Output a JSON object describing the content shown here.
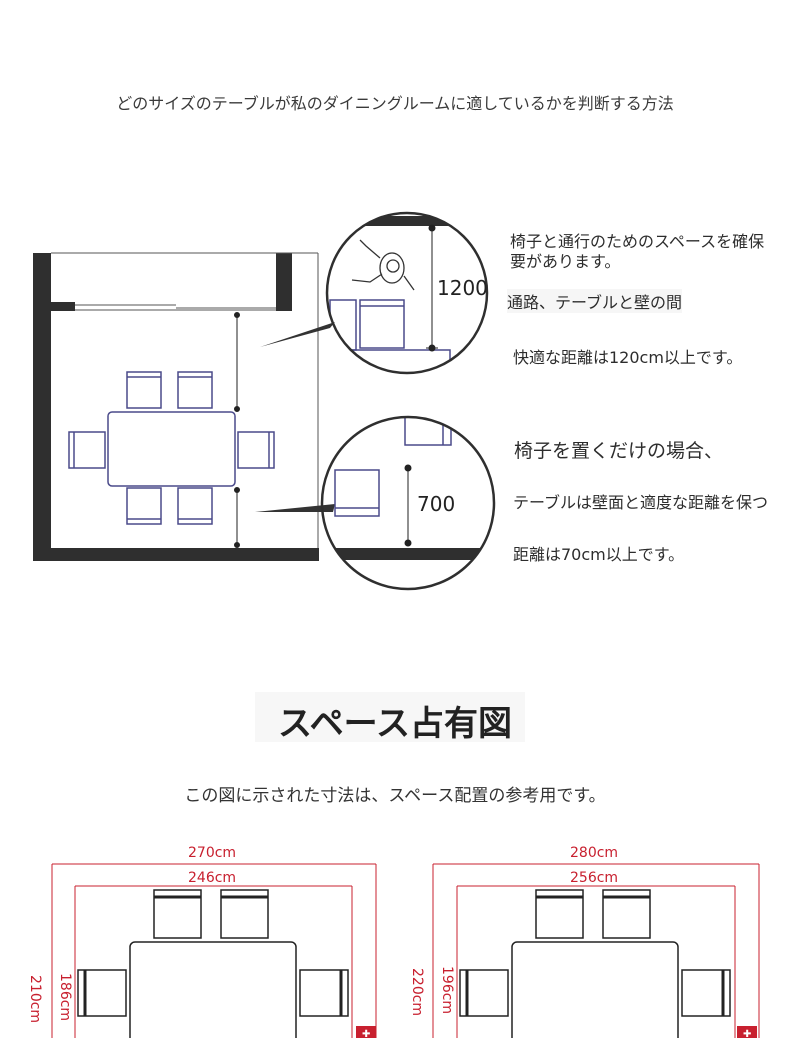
{
  "heading": "どのサイズのテーブルが私のダイニングルームに適しているかを判断する方法",
  "aisle": {
    "distance_label": "1200",
    "lines": [
      "椅子と通行のためのスペースを確保",
      "要があります。",
      "通路、テーブルと壁の間",
      "快適な距離は120cm以上です。"
    ]
  },
  "chair_only": {
    "distance_label": "700",
    "lines": [
      "椅子を置くだけの場合、",
      "テーブルは壁面と適度な距離を保つ",
      "距離は70cm以上です。"
    ]
  },
  "section_title": "スペース占有図",
  "section_subtitle": "この図に示された寸法は、スペース配置の参考用です。",
  "plans": [
    {
      "outer_width": "270cm",
      "inner_width": "246cm",
      "outer_depth": "210cm",
      "inner_depth": "186cm"
    },
    {
      "outer_width": "280cm",
      "inner_width": "256cm",
      "outer_depth": "220cm",
      "inner_depth": "196cm"
    }
  ],
  "colors": {
    "wall": "#2f2f2f",
    "chair": "#4a4a8a",
    "dimension": "#c8202f",
    "text": "#333333"
  }
}
